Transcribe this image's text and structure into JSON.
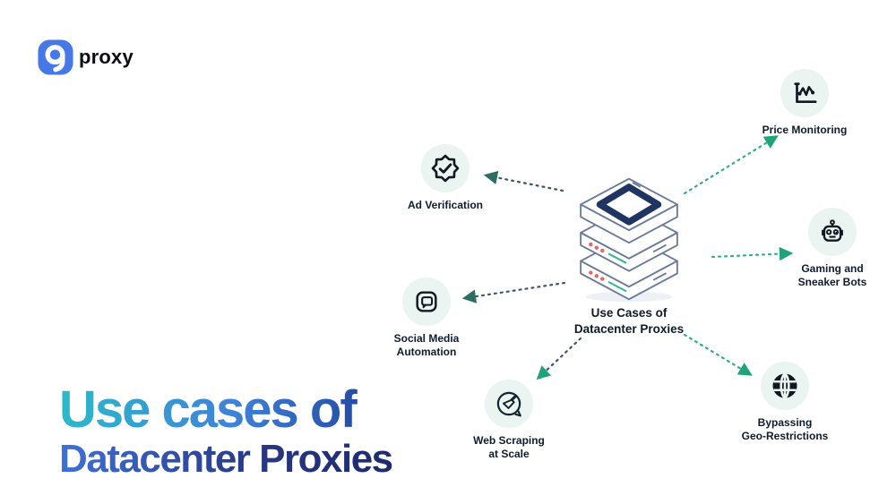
{
  "brand": {
    "logo_text": "proxy"
  },
  "headline": {
    "line1": "Use cases of",
    "line2": "Datacenter Proxies"
  },
  "center_label": {
    "line1": "Use Cases of",
    "line2": "Datacenter Proxies"
  },
  "use_cases": [
    {
      "id": "ad-verification",
      "line1": "Ad Verification",
      "line2": "",
      "icon": "badge-check-icon"
    },
    {
      "id": "price-monitoring",
      "line1": "Price Monitoring",
      "line2": "",
      "icon": "line-chart-icon"
    },
    {
      "id": "gaming-and-sneaker-bots",
      "line1": "Gaming and",
      "line2": "Sneaker Bots",
      "icon": "robot-icon"
    },
    {
      "id": "bypassing-geo-restrictions",
      "line1": "Bypassing",
      "line2": "Geo-Restrictions",
      "icon": "globe-icon"
    },
    {
      "id": "web-scraping-at-scale",
      "line1": "Web Scraping",
      "line2": "at Scale",
      "icon": "scraper-icon"
    },
    {
      "id": "social-media-automation",
      "line1": "Social Media",
      "line2": "Automation",
      "icon": "chat-bubble-icon"
    }
  ],
  "colors": {
    "background": "#ffffff",
    "icon_circle_bg": "#eaf4f1",
    "arrow_green": "#2fae85",
    "arrow_dark": "#41566b",
    "arrowhead_green": "#1fa37a",
    "arrowhead_dark": "#2c6e63",
    "label_text": "#0e1c2c",
    "logo_blue": "#4678e8",
    "server_outline": "#6a7a99",
    "server_accent_navy": "#1e3461",
    "server_dot_red": "#e06a6a",
    "server_line_teal": "#35b792",
    "headline_teal": "#2bbac9",
    "headline_blue": "#3f82d9",
    "headline_navy": "#1e3f97"
  }
}
